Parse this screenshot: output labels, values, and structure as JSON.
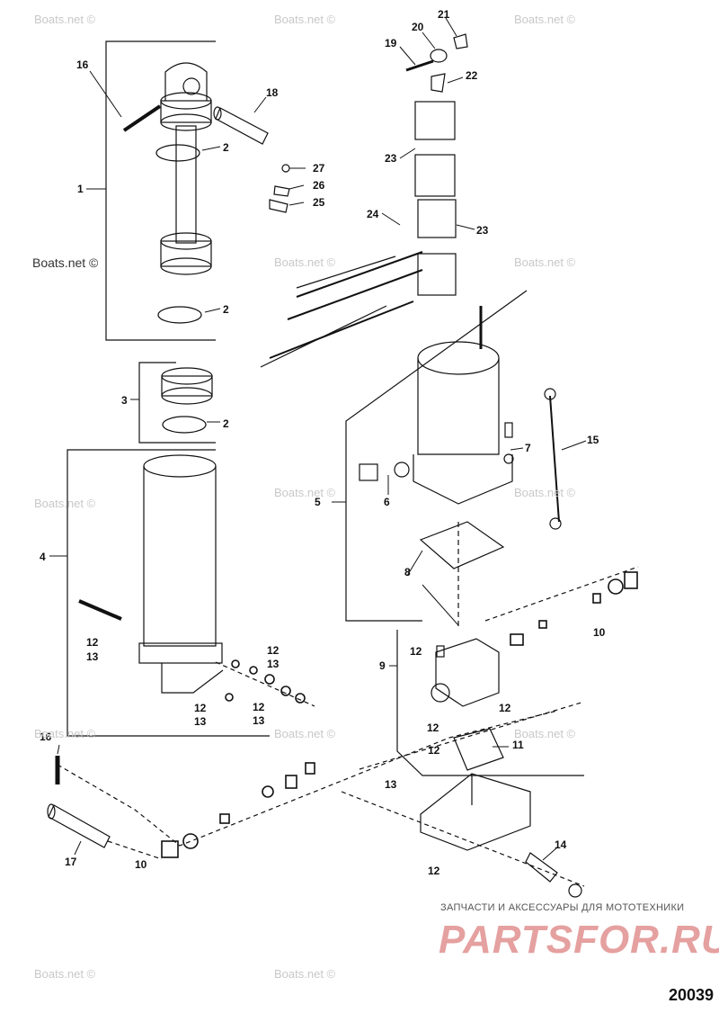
{
  "diagram_number": "20039",
  "watermark": "Boats.net ©",
  "brand": {
    "subtitle": "ЗАПЧАСТИ И АКСЕССУАРЫ ДЛЯ МОТОТЕХНИКИ",
    "logo": "PARTSFOR.RU"
  },
  "callouts": {
    "c1": "1",
    "c2a": "2",
    "c2b": "2",
    "c2c": "2",
    "c3": "3",
    "c4": "4",
    "c5": "5",
    "c6": "6",
    "c7": "7",
    "c8": "8",
    "c9": "9",
    "c10a": "10",
    "c10b": "10",
    "c11": "11",
    "c12a": "12",
    "c12b": "12",
    "c12c": "12",
    "c12d": "12",
    "c12e": "12",
    "c12f": "12",
    "c12g": "12",
    "c12h": "12",
    "c13a": "13",
    "c13b": "13",
    "c13c": "13",
    "c13d": "13",
    "c13e": "13",
    "c14": "14",
    "c15": "15",
    "c16a": "16",
    "c16b": "16",
    "c17": "17",
    "c18": "18",
    "c19": "19",
    "c20": "20",
    "c21": "21",
    "c22": "22",
    "c23a": "23",
    "c23b": "23",
    "c24": "24",
    "c25": "25",
    "c26": "26",
    "c27": "27"
  }
}
